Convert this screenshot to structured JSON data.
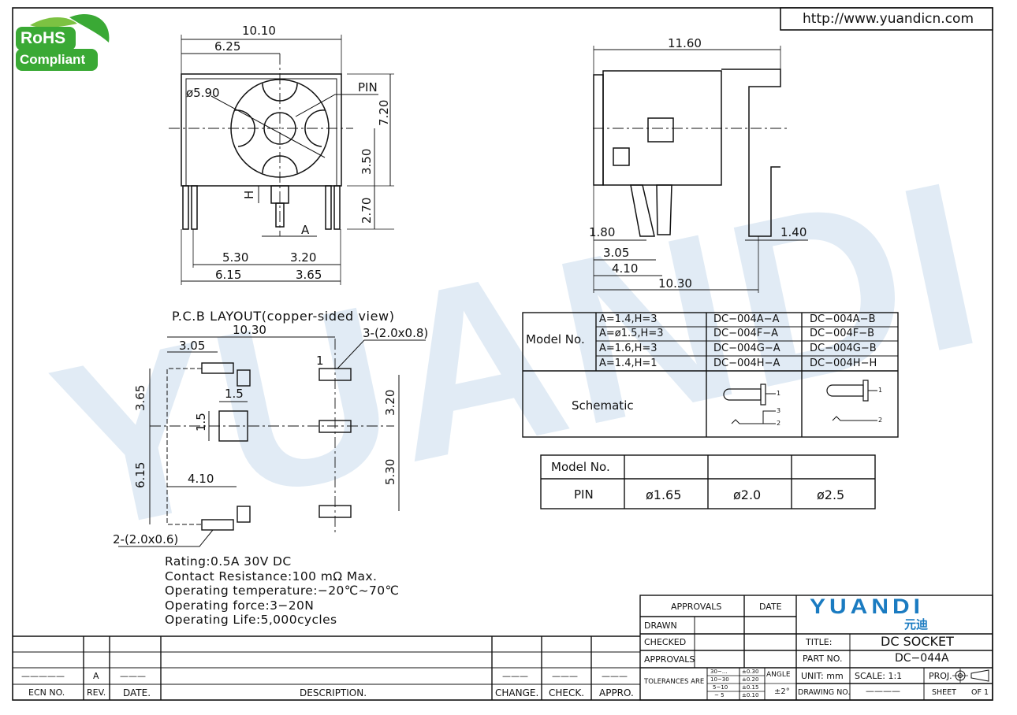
{
  "header": {
    "url": "http://www.yuandicn.com",
    "rohs_line1": "RoHS",
    "rohs_line2": "Compliant"
  },
  "watermark": {
    "text": "YUANDI"
  },
  "front_view": {
    "dim_width": "10.10",
    "dim_center": "6.25",
    "dim_diameter": "ø5.90",
    "label_pin": "PIN",
    "dim_height": "7.20",
    "dim_center_height": "3.50",
    "dim_pin_len": "2.70",
    "label_h": "H",
    "label_a": "A",
    "dim_left_a": "5.30",
    "dim_right_a": "3.20",
    "dim_left_b": "6.15",
    "dim_right_b": "3.65"
  },
  "side_view": {
    "dim_length": "11.60",
    "dim_a": "1.80",
    "dim_b": "3.05",
    "dim_c": "4.10",
    "dim_total": "10.30",
    "dim_pin": "1.40"
  },
  "pcb_layout": {
    "title": "P.C.B LAYOUT(copper-sided view)",
    "dim_width": "10.30",
    "dim_left": "3.05",
    "pad_label_3": "3-(2.0x0.8)",
    "pad_number": "1",
    "dim_top": "3.65",
    "dim_sq": "1.5",
    "dim_sq_v": "1.5",
    "dim_right_top": "3.20",
    "dim_bottom": "6.15",
    "dim_mid": "4.10",
    "dim_right_bottom": "5.30",
    "pad_label_2": "2-(2.0x0.6)"
  },
  "specs": [
    "Rating:0.5A  30V DC",
    "Contact  Resistance:100  mΩ  Max.",
    "Operating  temperature:−20℃~70℃",
    "Operating  force:3−20N",
    "Operating  Life:5,000cycles"
  ],
  "model_table": {
    "header": "Model  No.",
    "rows": [
      {
        "cond": "A=1.4,H=3",
        "a": "DC−004A−A",
        "b": "DC−004A−B"
      },
      {
        "cond": "A=ø1.5,H=3",
        "a": "DC−004F−A",
        "b": "DC−004F−B"
      },
      {
        "cond": "A=1.6,H=3",
        "a": "DC−004G−A",
        "b": "DC−004G−B"
      },
      {
        "cond": "A=1.4,H=1",
        "a": "DC−004H−A",
        "b": "DC−004H−H"
      }
    ],
    "schematic_label": "Schematic",
    "sch_pin1": "1",
    "sch_pin2": "2",
    "sch_pin3": "3"
  },
  "pin_table": {
    "header": "Model  No.",
    "row_label": "PIN",
    "values": [
      "ø1.65",
      "ø2.0",
      "ø2.5"
    ]
  },
  "title_block": {
    "approvals": "APPROVALS",
    "date": "DATE",
    "drawn": "DRAWN",
    "checked": "CHECKED",
    "approvals2": "APPROVALS",
    "tolerances": "TOLERANCES  ARE",
    "tol_ranges": [
      "30~…",
      "10~30",
      "5~10",
      "~ 5"
    ],
    "tol_values": [
      "±0.30",
      "±0.20",
      "±0.15",
      "±0.10"
    ],
    "angle": "ANGLE",
    "angle_value": "±2°",
    "logo": "YUANDI",
    "logo_cn": "元迪",
    "title_label": "TITLE:",
    "title_value": "DC SOCKET",
    "part_label": "PART NO.",
    "part_value": "DC−044A",
    "unit": "UNIT: mm",
    "scale": "SCALE:   1:1",
    "proj": "PROJ.",
    "drawing_no": "DRAWING NO.",
    "drawing_no_value": "————",
    "sheet": "SHEET",
    "sheet_of": "OF 1"
  },
  "revision_block": {
    "ecn_placeholder": "—————",
    "rev_value": "A",
    "date_placeholder": "———",
    "change_placeholder": "———",
    "check_placeholder": "———",
    "appro_placeholder": "———",
    "col_ecn": "ECN  NO.",
    "col_rev": "REV.",
    "col_date": "DATE.",
    "col_desc": "DESCRIPTION.",
    "col_change": "CHANGE.",
    "col_check": "CHECK.",
    "col_appro": "APPRO."
  }
}
